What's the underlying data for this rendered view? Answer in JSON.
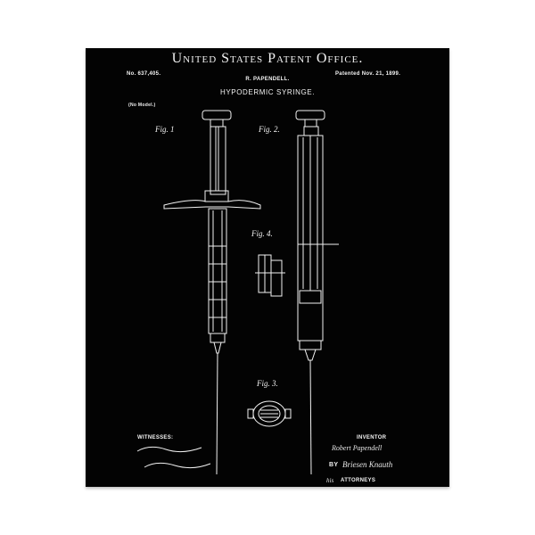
{
  "poster": {
    "title": "United States Patent Office.",
    "patent_number": "No. 637,405.",
    "patent_date": "Patented Nov. 21, 1899.",
    "inventor_name": "R. PAPENDELL.",
    "heading": "HYPODERMIC SYRINGE.",
    "no_model": "(No Model.)",
    "fig1": "Fig. 1",
    "fig2": "Fig. 2.",
    "fig3": "Fig. 3.",
    "fig4": "Fig. 4.",
    "witnesses_label": "WITNESSES:",
    "inventor_label": "INVENTOR",
    "inventor_signature": "Robert Papendell",
    "by_label": "BY",
    "attorney_signature": "Briesen Knauth",
    "attorneys_label": "ATTORNEYS",
    "his_label": "his",
    "colors": {
      "background": "#030303",
      "ink": "#f2f2f2",
      "page": "#ffffff"
    }
  }
}
